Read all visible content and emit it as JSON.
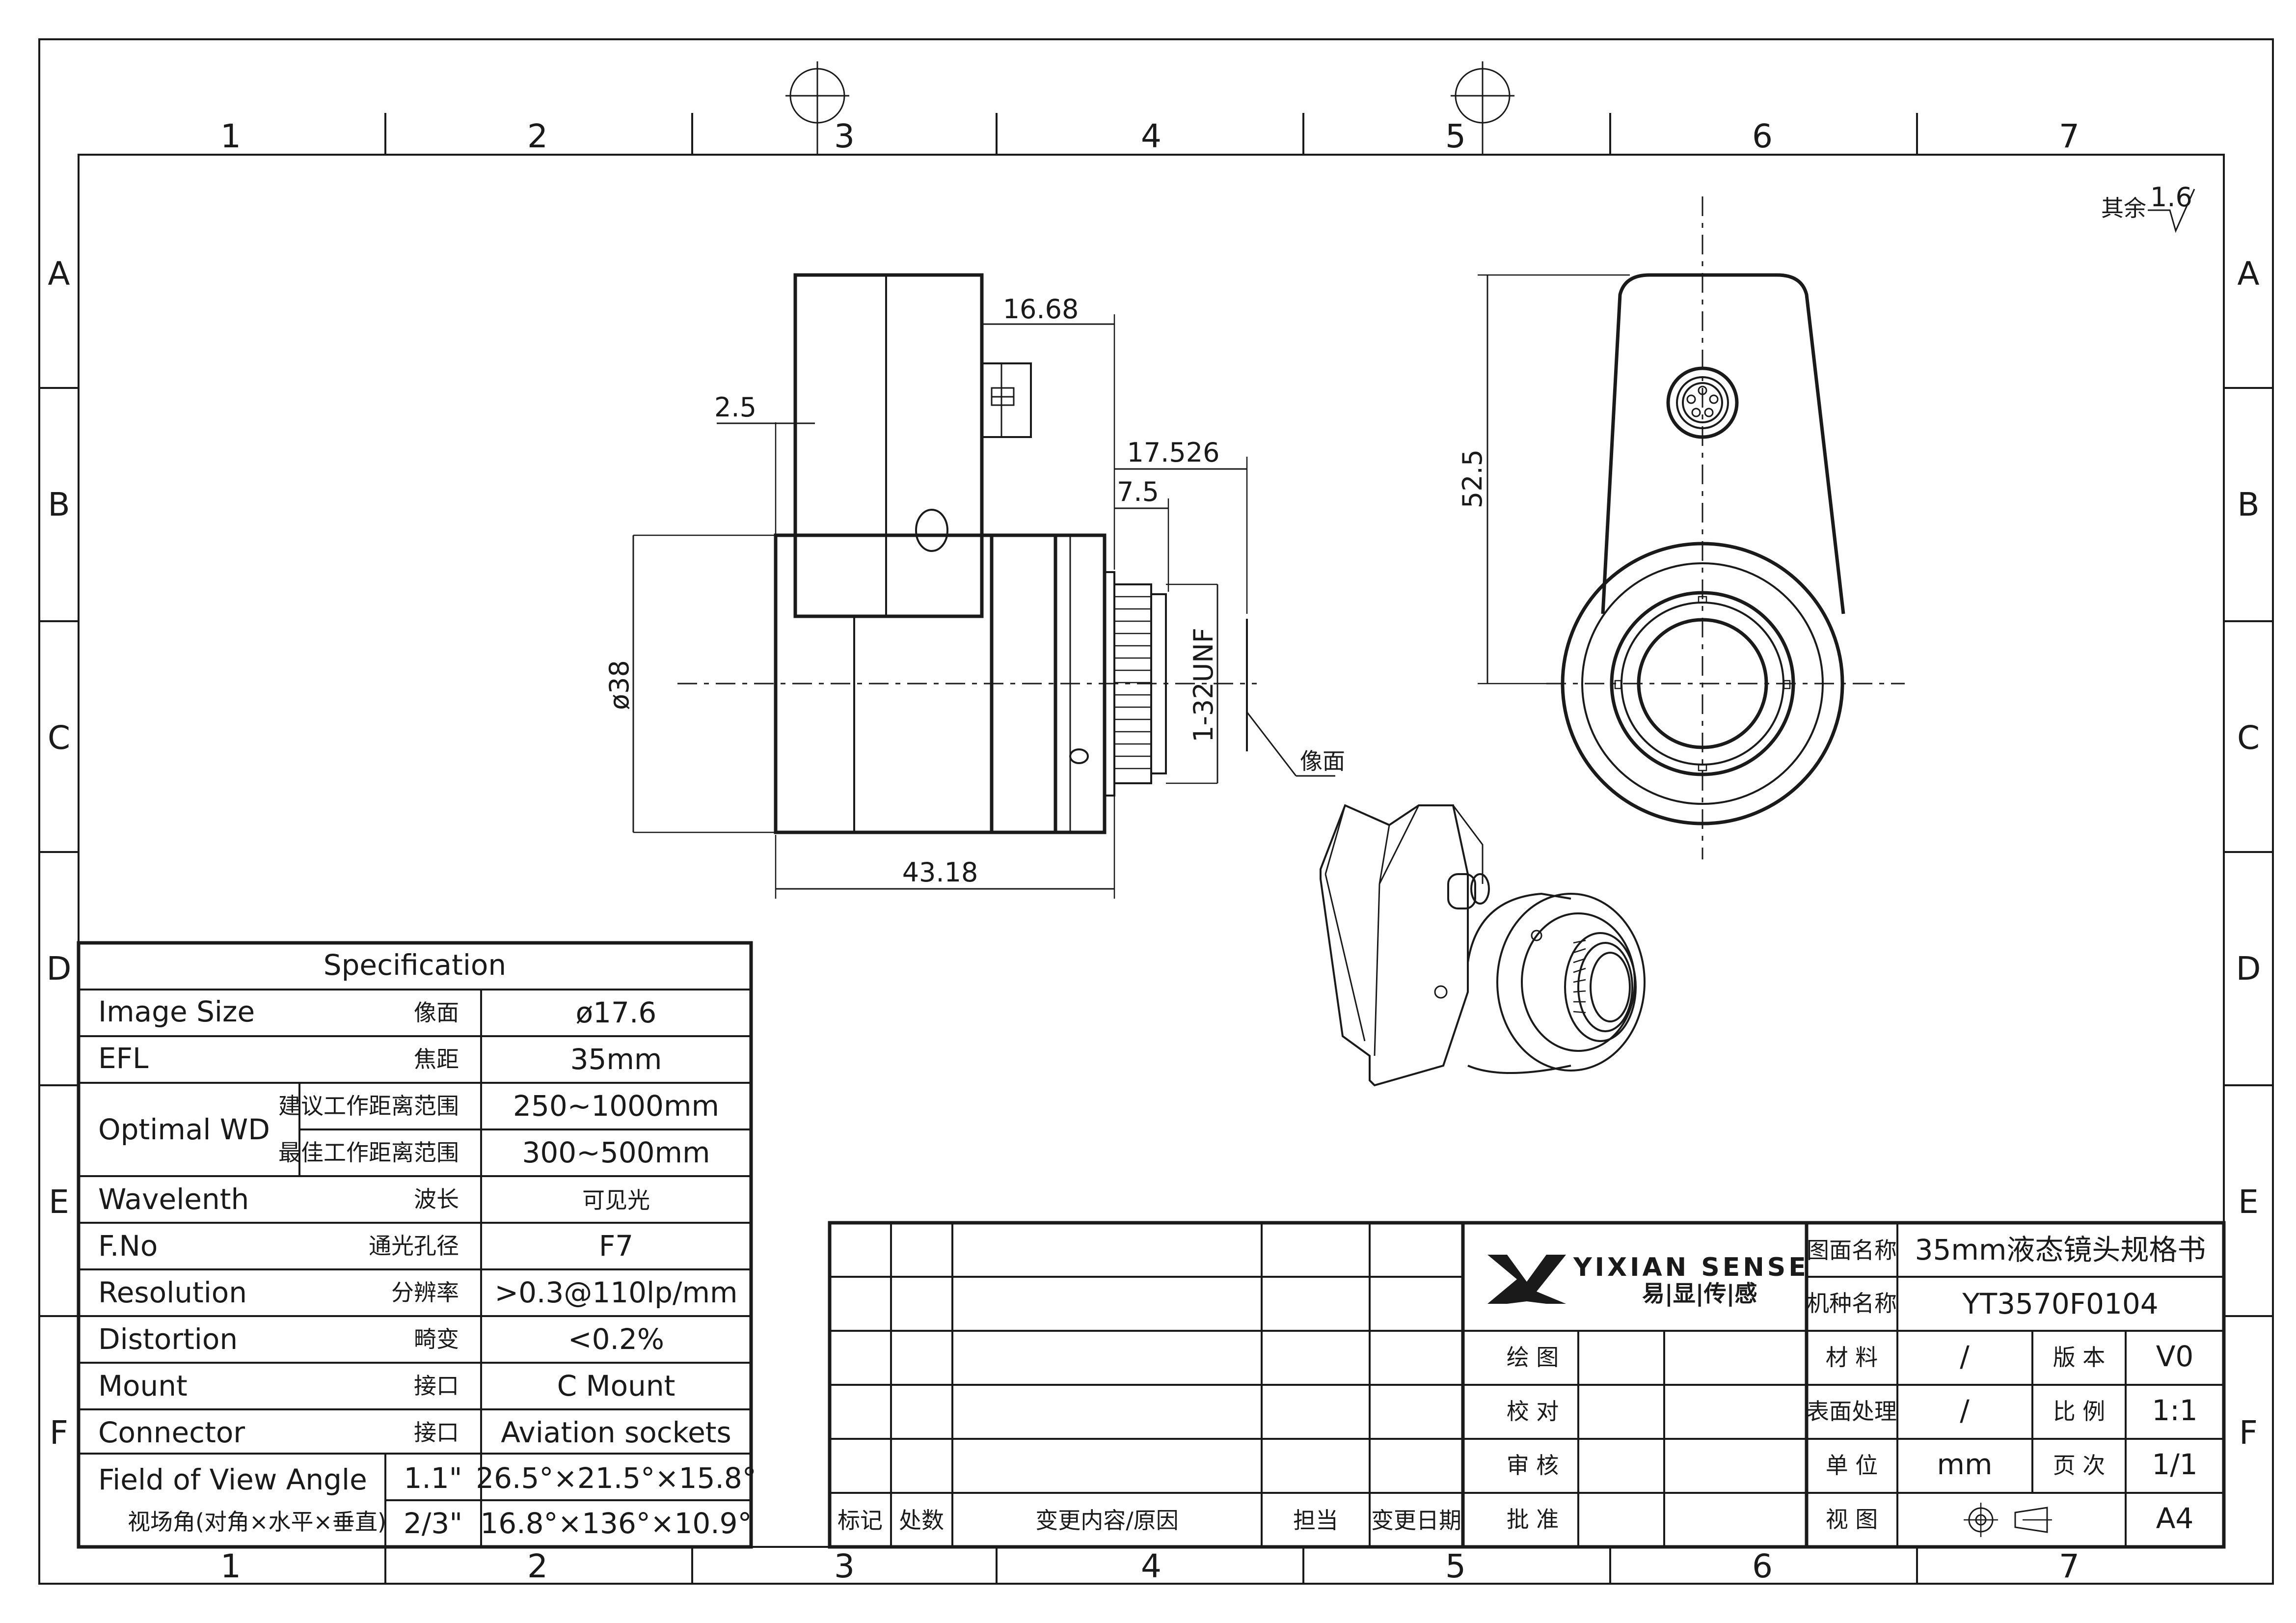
{
  "zones": {
    "columns": [
      "1",
      "2",
      "3",
      "4",
      "5",
      "6",
      "7"
    ],
    "rows": [
      "A",
      "B",
      "C",
      "D",
      "E",
      "F"
    ]
  },
  "roughness": {
    "prefix": "其余",
    "value": "1.6"
  },
  "dimensions": {
    "d_16_68": "16.68",
    "d_2_5": "2.5",
    "d_17_526": "17.526",
    "d_7_5": "7.5",
    "d_38": "ø38",
    "d_thread": "1-32UNF",
    "image_plane": "像面",
    "d_43_18": "43.18",
    "d_52_5": "52.5"
  },
  "spec_table": {
    "title": "Specification",
    "rows": [
      {
        "name": "Image Size",
        "cn": "像面",
        "value": "ø17.6"
      },
      {
        "name": "EFL",
        "cn": "焦距",
        "value": "35mm"
      },
      {
        "name": "Optimal WD",
        "cn": "建议工作距离范围",
        "value": "250~1000mm"
      },
      {
        "name": "",
        "cn": "最佳工作距离范围",
        "value": "300~500mm"
      },
      {
        "name": "Wavelenth",
        "cn": "波长",
        "value": "可见光"
      },
      {
        "name": "F.No",
        "cn": "通光孔径",
        "value": "F7"
      },
      {
        "name": "Resolution",
        "cn": "分辨率",
        "value": ">0.3@110lp/mm"
      },
      {
        "name": "Distortion",
        "cn": "畸变",
        "value": "<0.2%"
      },
      {
        "name": "Mount",
        "cn": "接口",
        "value": "C Mount"
      },
      {
        "name": "Connector",
        "cn": "接口",
        "value": "Aviation sockets"
      },
      {
        "name": "Field of View Angle",
        "cn": "1.1\"",
        "value": "26.5°×21.5°×15.8°"
      },
      {
        "name": "视场角(对角×水平×垂直)",
        "cn": "2/3\"",
        "value": "16.8°×136°×10.9°"
      }
    ]
  },
  "title_block": {
    "revision_headers": [
      "标记",
      "处数",
      "变更内容/原因",
      "担当",
      "变更日期"
    ],
    "logo_text": "YIXIAN SENSE",
    "logo_cn": "易|显|传|感",
    "drawing_name_label": "图面名称",
    "drawing_name": "35mm液态镜头规格书",
    "model_label": "机种名称",
    "model": "YT3570F0104",
    "roles": [
      "绘 图",
      "校 对",
      "审 核",
      "批 准"
    ],
    "material_label": "材 料",
    "material": "/",
    "version_label": "版 本",
    "version": "V0",
    "surface_label": "表面处理",
    "surface": "/",
    "scale_label": "比 例",
    "scale": "1:1",
    "unit_label": "单 位",
    "unit": "mm",
    "page_label": "页 次",
    "page": "1/1",
    "view_label": "视 图",
    "sheet_size": "A4"
  },
  "colors": {
    "line": "#1a1a1a",
    "background": "#ffffff"
  }
}
